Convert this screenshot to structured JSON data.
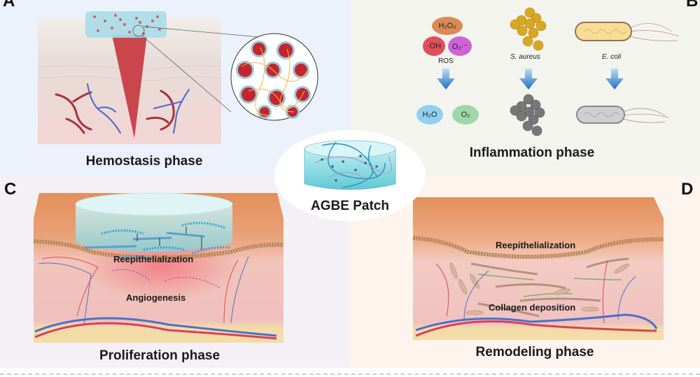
{
  "figure": {
    "center": {
      "title": "AGBE Patch"
    },
    "panels": [
      {
        "id": "A",
        "label": "A",
        "caption": "Hemostasis phase"
      },
      {
        "id": "B",
        "label": "B",
        "caption": "Inflammation phase",
        "ros": {
          "label": "ROS",
          "species": [
            "H₂O₂",
            "·OH",
            "O₂·⁻"
          ],
          "products": [
            "H₂O",
            "O₂"
          ]
        },
        "bacteria": [
          {
            "name": "S. aureus"
          },
          {
            "name": "E. coli"
          }
        ]
      },
      {
        "id": "C",
        "label": "C",
        "caption": "Proliferation phase",
        "annotations": [
          "Reepithelialization",
          "Angiogenesis"
        ]
      },
      {
        "id": "D",
        "label": "D",
        "caption": "Remodeling phase",
        "annotations": [
          "Reepithelialization",
          "Collagen deposition"
        ]
      }
    ],
    "colors": {
      "arrow_blue": "#2a7fcf",
      "blood_red": "#c0353b",
      "vein_blue": "#4b67c9",
      "skin_orange": "#e7955e",
      "hydrogel_cyan": "#a9e2ea",
      "h2o2": "#d98a55",
      "oh": "#e0505a",
      "o2_radical": "#cf63d6",
      "h2o": "#8fd0f0",
      "o2": "#9fd8a8",
      "s_aureus": "#d8a726",
      "e_coli": "#f7dd97"
    }
  }
}
